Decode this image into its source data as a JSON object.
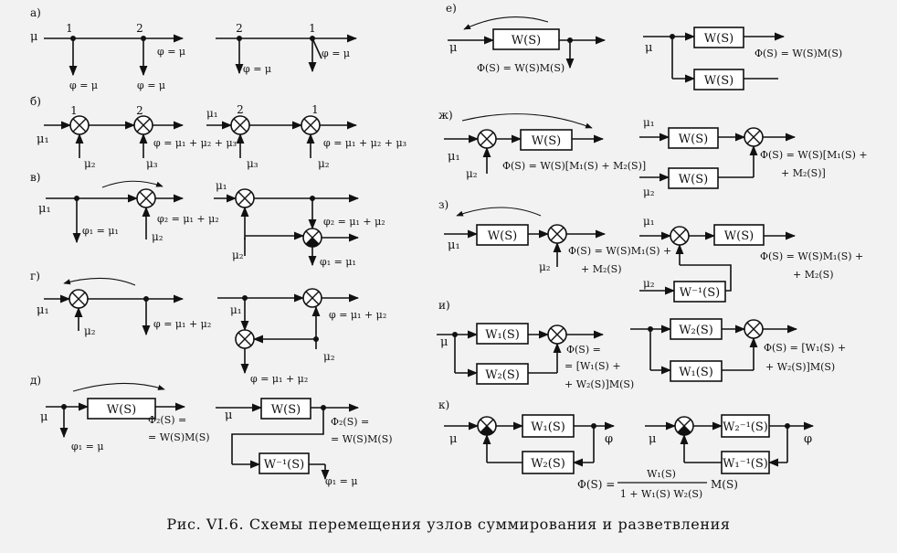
{
  "caption": "Рис. VI.6. Схемы перемещения узлов суммирования и разветвления",
  "panel_labels": {
    "a": "а)",
    "b": "б)",
    "v": "в)",
    "g": "г)",
    "d": "д)",
    "e": "е)",
    "zh": "ж)",
    "z": "з)",
    "i": "и)",
    "k": "к)"
  },
  "node_numbers": {
    "one": "1",
    "two": "2"
  },
  "signals": {
    "mu": "μ",
    "mu1": "μ₁",
    "mu2": "μ₂",
    "mu3": "μ₃",
    "phi": "φ",
    "phi1": "φ₁",
    "phi2": "φ₂"
  },
  "blocks": {
    "W": "W(S)",
    "W_inv": "W⁻¹(S)",
    "W1": "W₁(S)",
    "W2": "W₂(S)",
    "W2_inv": "W₂⁻¹(S)",
    "W1_inv": "W₁⁻¹(S)"
  },
  "equations": {
    "a_left_1": "φ = μ",
    "a_left_2": "φ = μ",
    "a_left_3": "φ = μ",
    "a_right_1": "φ = μ",
    "a_right_2": "φ = μ",
    "b_left": "φ = μ₁ + μ₂ + μ₃",
    "b_right": "φ = μ₁ + μ₂ + μ₃",
    "v_left_phi1": "φ₁ = μ₁",
    "v_left_phi2": "φ₂ = μ₁ + μ₂",
    "v_right_phi2": "φ₂ = μ₁ + μ₂",
    "v_right_phi1": "φ₁ = μ₁",
    "g_left": "φ = μ₁ + μ₂",
    "g_right_top": "φ = μ₁ + μ₂",
    "g_right_bottom": "φ = μ₁ + μ₂",
    "d_left_phi1": "φ₁ = μ",
    "d_left_phi2_a": "Φ₂(S) =",
    "d_left_phi2_b": "= W(S)M(S)",
    "d_right_phi2_a": "Φ₂(S) =",
    "d_right_phi2_b": "= W(S)M(S)",
    "d_right_phi1": "φ₁ = μ",
    "e_left": "Φ(S) = W(S)M(S)",
    "e_right": "Φ(S) = W(S)M(S)",
    "zh_left": "Φ(S) = W(S)[M₁(S) + M₂(S)]",
    "zh_right_a": "Φ(S) = W(S)[M₁(S) +",
    "zh_right_b": "+ M₂(S)]",
    "z_left_a": "Φ(S) = W(S)M₁(S) +",
    "z_left_b": "+ M₂(S)",
    "z_right_a": "Φ(S) = W(S)M₁(S) +",
    "z_right_b": "+ M₂(S)",
    "i_left_a": "Φ(S) =",
    "i_left_b": "= [W₁(S) +",
    "i_left_c": "+ W₂(S)]M(S)",
    "i_right_a": "Φ(S) = [W₁(S) +",
    "i_right_b": "+ W₂(S)]M(S)",
    "k_phi_lhs": "Φ(S) =",
    "k_num": "W₁(S)",
    "k_den": "1 + W₁(S) W₂(S)",
    "k_rhs": "M(S)"
  }
}
